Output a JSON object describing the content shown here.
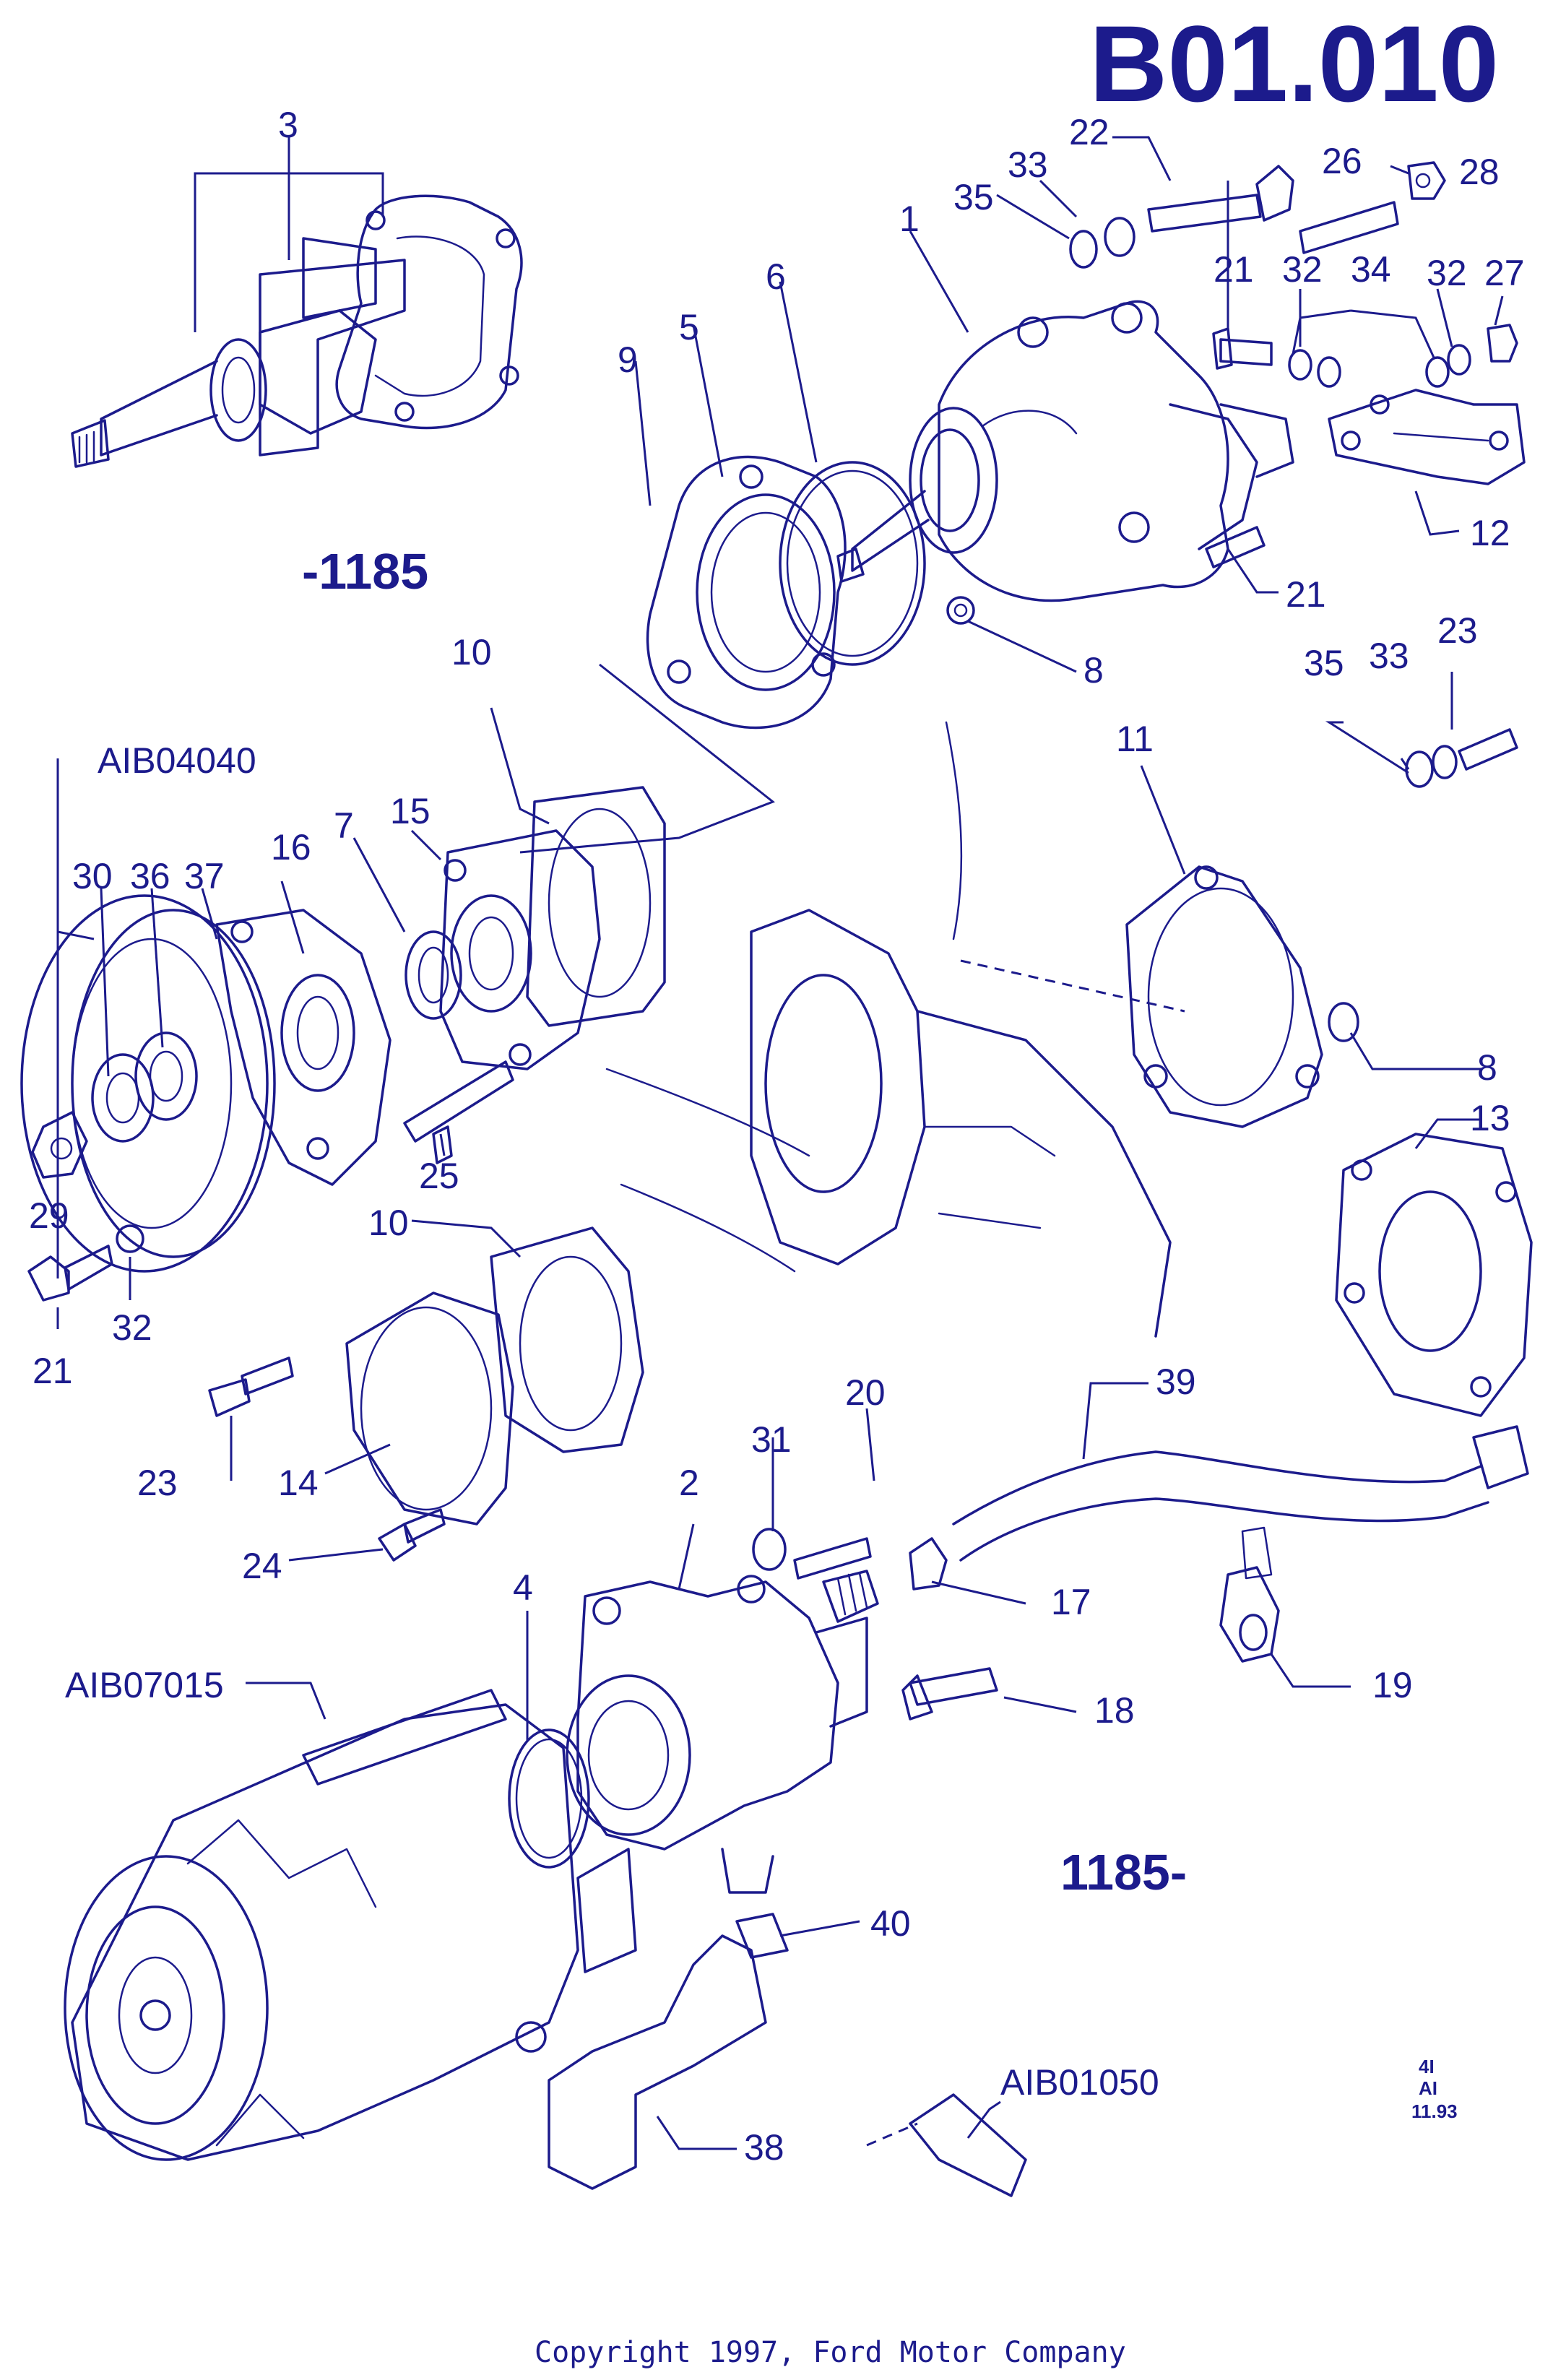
{
  "diagram_code": "B01.010",
  "copyright": "Copyright 1997, Ford Motor Company",
  "stamp": {
    "line1": "4I",
    "line2": "AI",
    "line3": "11.93"
  },
  "ranges": {
    "upto": "-1185",
    "from": "1185-"
  },
  "refs": {
    "r1": "AIB04040",
    "r2": "AIB07015",
    "r3": "AIB01050"
  },
  "callouts": {
    "c1": "1",
    "c2": "2",
    "c3": "3",
    "c4": "4",
    "c5": "5",
    "c6": "6",
    "c7": "7",
    "c8a": "8",
    "c8b": "8",
    "c9": "9",
    "c10a": "10",
    "c10b": "10",
    "c11": "11",
    "c12": "12",
    "c13": "13",
    "c14": "14",
    "c15": "15",
    "c16": "16",
    "c17": "17",
    "c18": "18",
    "c19": "19",
    "c20": "20",
    "c21a": "21",
    "c21b": "21",
    "c21c": "21",
    "c22": "22",
    "c23a": "23",
    "c23b": "23",
    "c24": "24",
    "c25": "25",
    "c26": "26",
    "c27": "27",
    "c28": "28",
    "c29": "29",
    "c30": "30",
    "c31": "31",
    "c32a": "32",
    "c32b": "32",
    "c32c": "32",
    "c33a": "33",
    "c33b": "33",
    "c34": "34",
    "c35a": "35",
    "c35b": "35",
    "c36": "36",
    "c37": "37",
    "c38": "38",
    "c39": "39",
    "c40": "40"
  }
}
